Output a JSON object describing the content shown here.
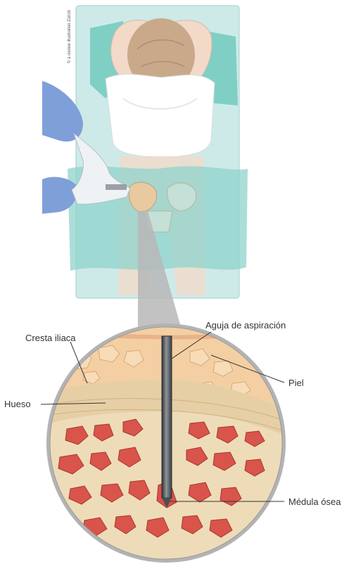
{
  "credit": "© a cienne illustration Zürich",
  "labels": {
    "aguja": "Aguja de aspiración",
    "cresta": "Cresta iliaca",
    "piel": "Piel",
    "hueso": "Hueso",
    "medula": "Médula ósea"
  },
  "colors": {
    "bed": "#cdeae8",
    "sheet": "#8fd3cc",
    "pillow": "#7fcfc5",
    "hair": "#c9a98a",
    "skin": "#f3d9c8",
    "shirt": "#ffffff",
    "glove": "#7f9fd9",
    "funnel": "#b7b7b7",
    "ring": "#b3b3b3",
    "fat": "#f4cfa3",
    "bone": "#ecd9b4",
    "marrow": "#d9544b",
    "needle": "#5a5e63"
  }
}
